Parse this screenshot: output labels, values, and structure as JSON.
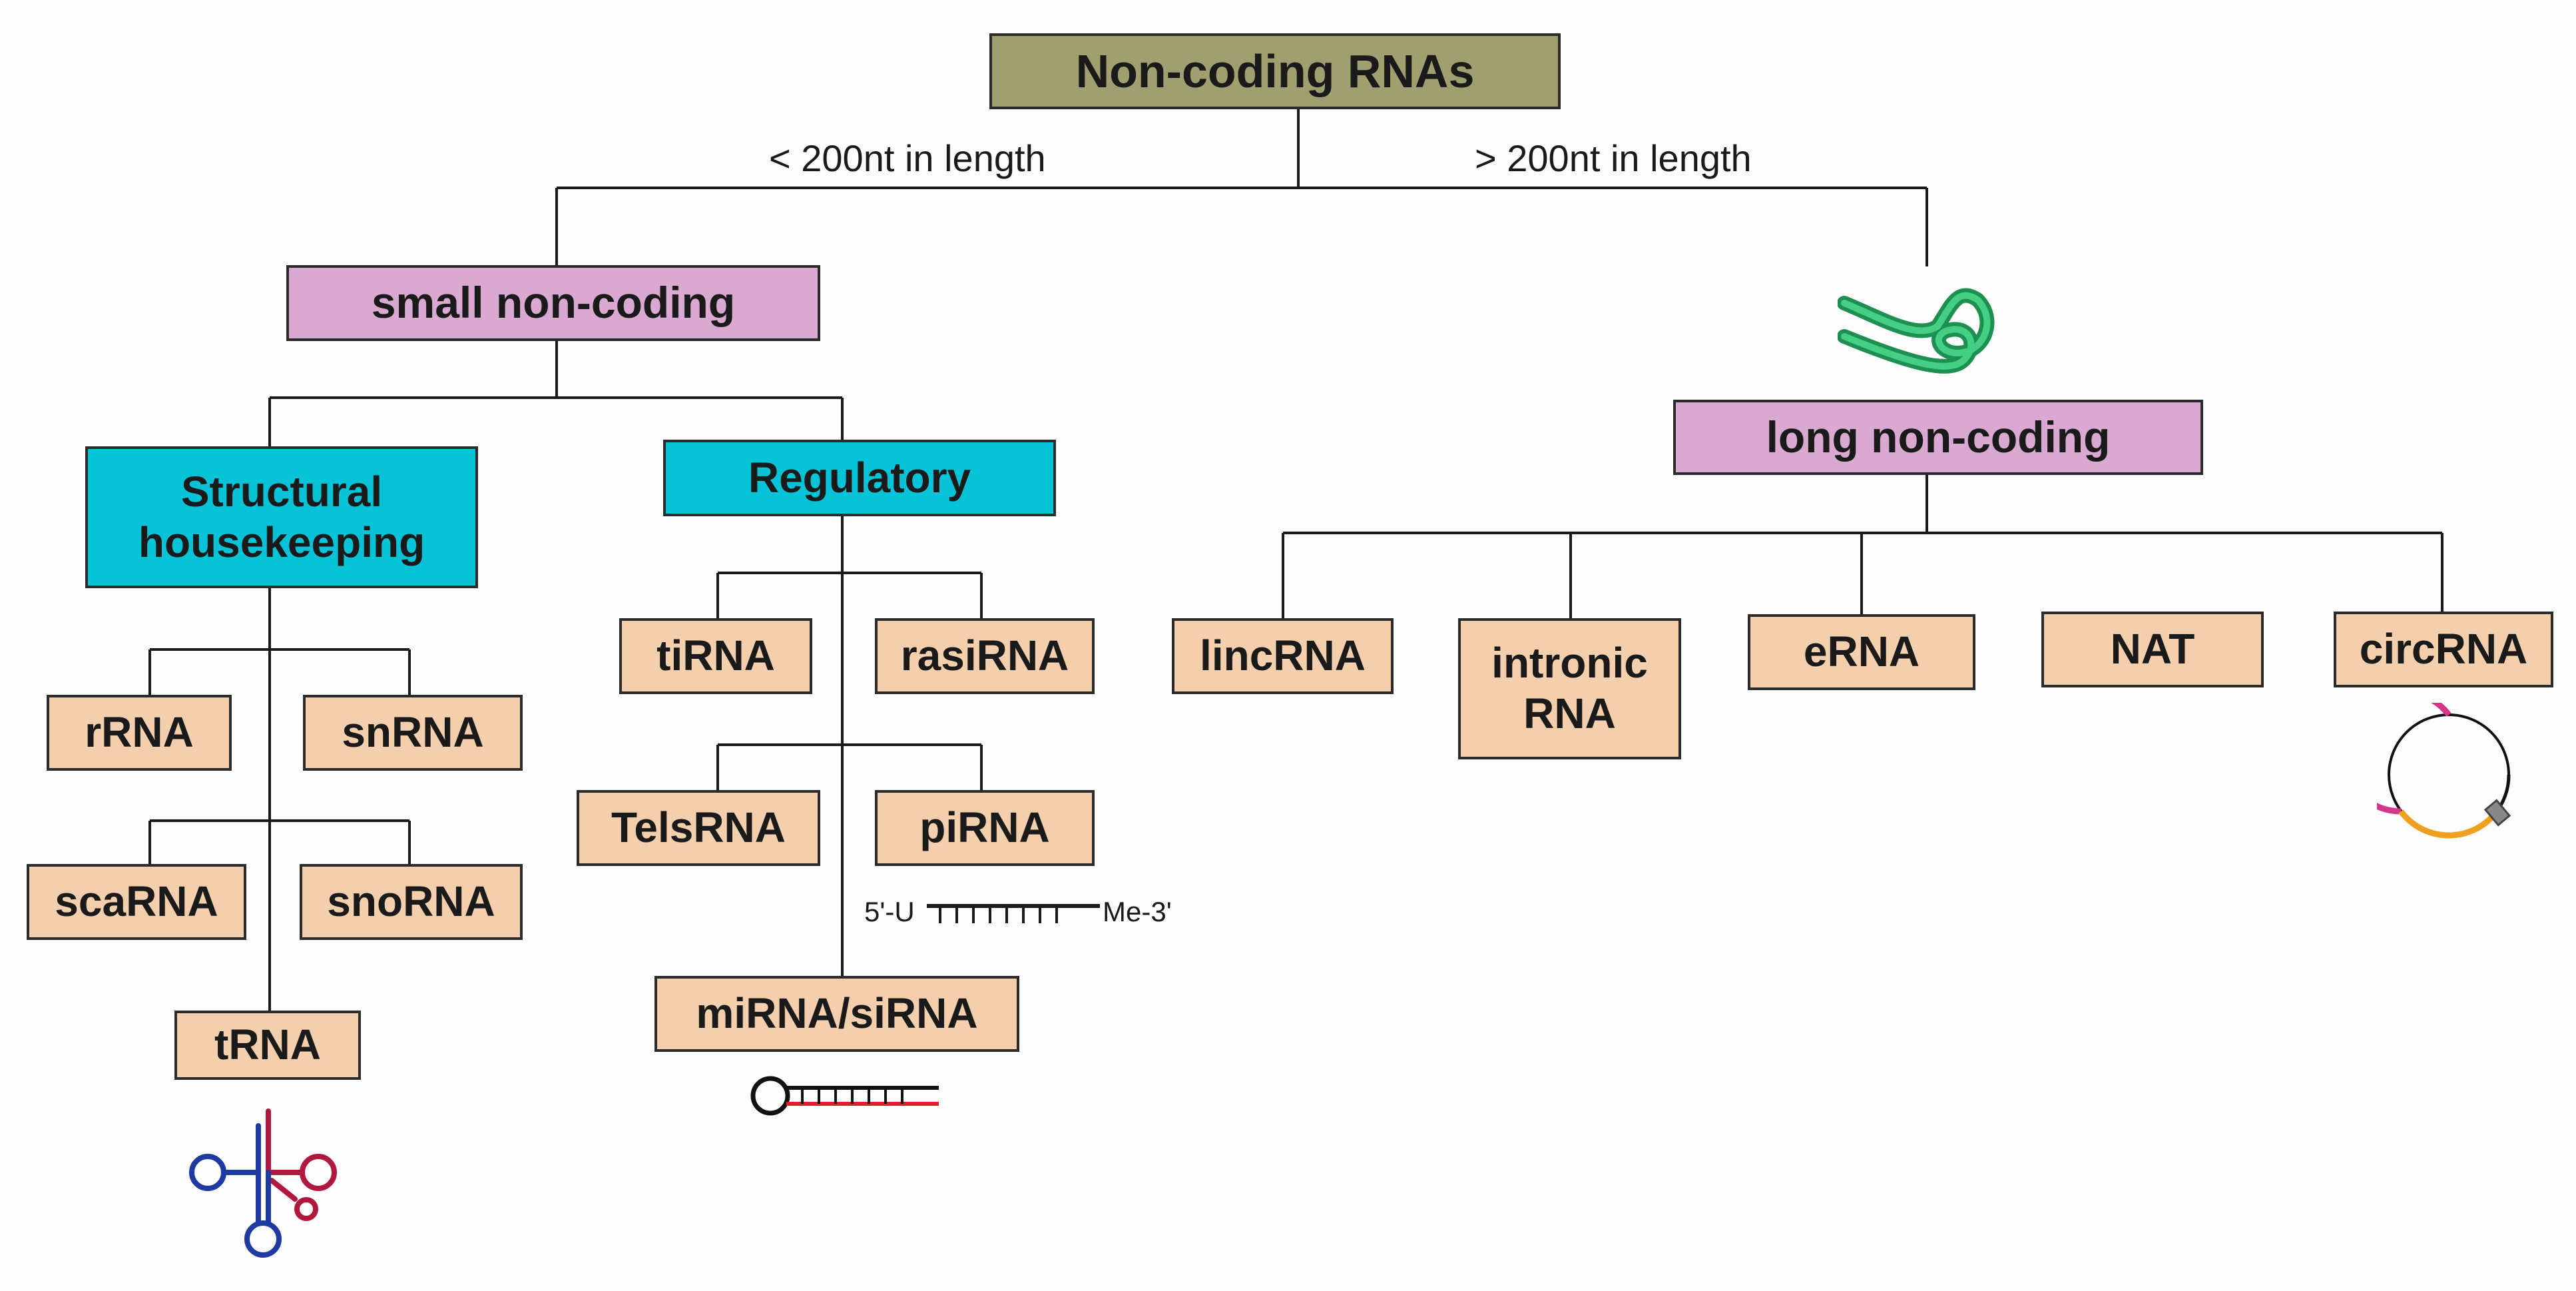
{
  "root": {
    "label": "Non-coding RNAs"
  },
  "branches": {
    "left_label": "< 200nt in length",
    "right_label": "> 200nt in length"
  },
  "small": {
    "label": "small non-coding",
    "structural": {
      "label_line1": "Structural",
      "label_line2": "housekeeping",
      "items": [
        "rRNA",
        "snRNA",
        "scaRNA",
        "snoRNA",
        "tRNA"
      ]
    },
    "regulatory": {
      "label": "Regulatory",
      "items": [
        "tiRNA",
        "rasiRNA",
        "TelsRNA",
        "piRNA",
        "miRNA/siRNA"
      ]
    },
    "pirna_schematic": {
      "five_prime": "5'-U",
      "three_prime": "Me-3'"
    }
  },
  "long": {
    "label": "long non-coding",
    "items": [
      {
        "line1": "lincRNA",
        "line2": ""
      },
      {
        "line1": "intronic",
        "line2": "RNA"
      },
      {
        "line1": "eRNA",
        "line2": ""
      },
      {
        "line1": "NAT",
        "line2": ""
      },
      {
        "line1": "circRNA",
        "line2": ""
      }
    ]
  },
  "colors": {
    "root": "#a09f6f",
    "category": "#d9a9d2",
    "subcategory": "#08c3d8",
    "leaf": "#f4cfad",
    "lncrna_glyph": "#2eb86a",
    "trna_blue": "#1f3aa0",
    "trna_red": "#b0183e",
    "mirna_red": "#e0202a",
    "circ_magenta": "#d6358c",
    "circ_orange": "#f0a020"
  },
  "icons": [
    "lncrna-ribbon-icon",
    "trna-cloverleaf-icon",
    "mirna-hairpin-icon",
    "pirna-duplex-icon",
    "circrna-ring-icon"
  ]
}
